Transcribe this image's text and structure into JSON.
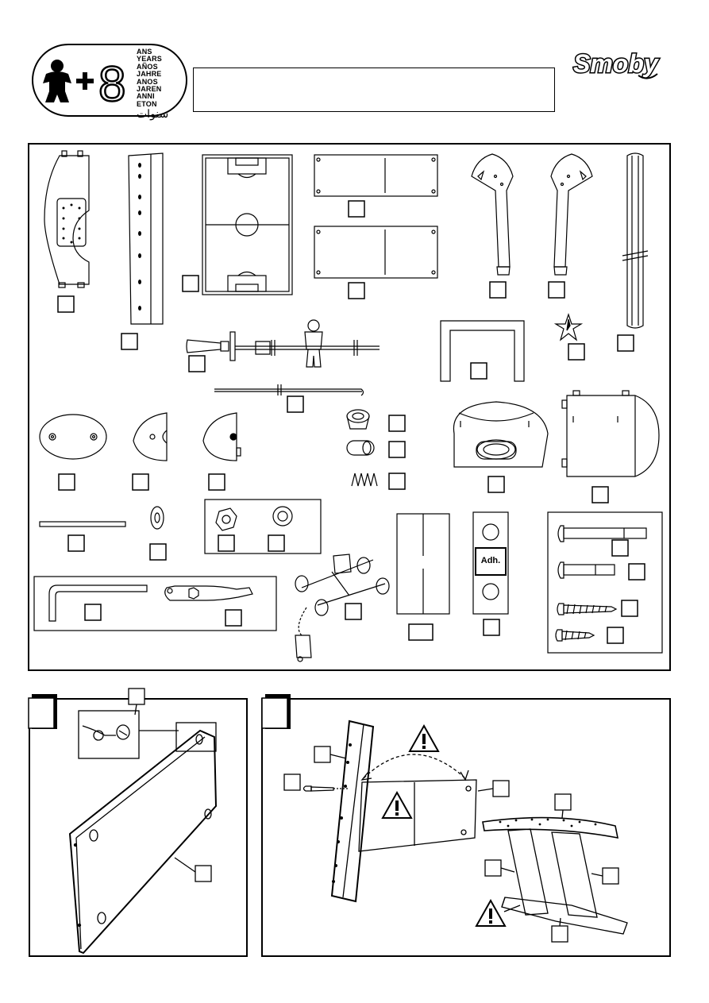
{
  "header": {
    "age_badge": {
      "age": "8",
      "languages": [
        "ANS",
        "YEARS",
        "AÑOS",
        "JAHRE",
        "ANOS",
        "JAREN",
        "ANNI",
        "ETON",
        "سنوات"
      ]
    },
    "title": "",
    "brand": "Smoby"
  },
  "parts": {
    "adhesive_label": "Adh."
  },
  "steps": [
    {
      "number": ""
    },
    {
      "number": ""
    }
  ],
  "colors": {
    "line": "#000000",
    "background": "#ffffff"
  },
  "icons": [
    "warning-icon",
    "child-icon",
    "plus-icon",
    "star-icon"
  ]
}
